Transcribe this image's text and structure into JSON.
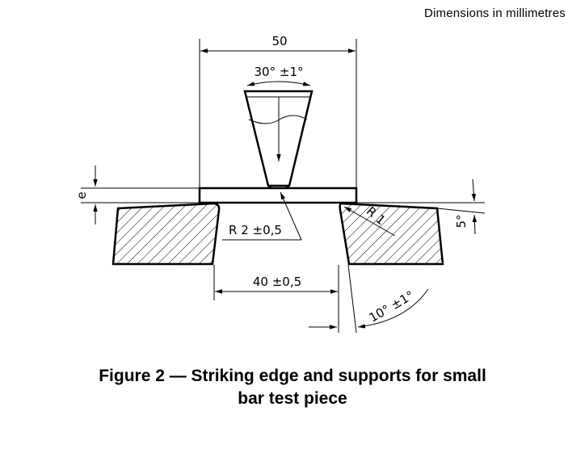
{
  "header": {
    "units_note": "Dimensions in millimetres"
  },
  "dimensions": {
    "width": "50",
    "edge_angle": "30° ±1°",
    "edge_radius": "R 2 ±0,5",
    "support_radius": "R 1",
    "thickness": "e",
    "support_slope": "5°",
    "span": "40 ±0,5",
    "support_angle": "10° ±1°"
  },
  "caption": {
    "line1": "Figure 2 — Striking edge and supports for small",
    "line2": "bar test piece"
  }
}
